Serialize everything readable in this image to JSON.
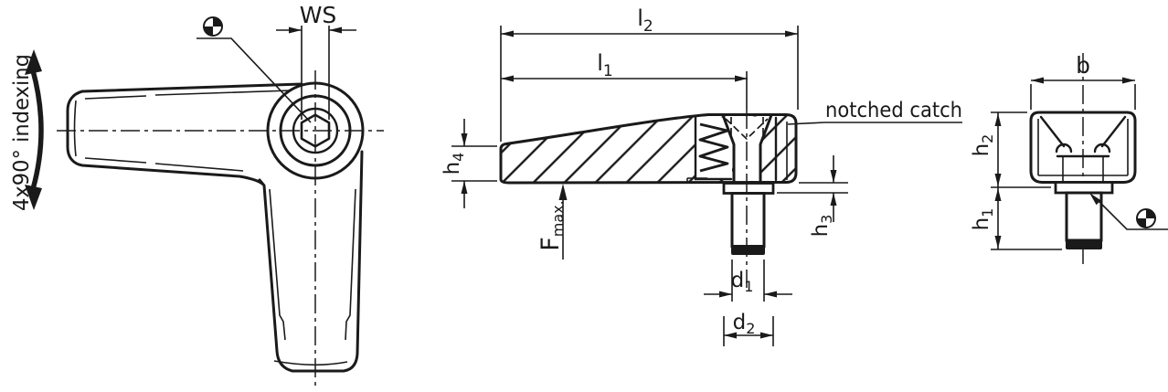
{
  "colors": {
    "line": "#1a1a1a",
    "background": "#ffffff"
  },
  "icons": {
    "centroid_left": "center-of-mass-icon",
    "centroid_right": "center-of-mass-icon",
    "rotation_arrow": "rotation-double-arrow-icon"
  },
  "labels": {
    "indexing": "4x90° indexing",
    "ws": "WS",
    "l2_base": "l",
    "l2_sub": "2",
    "l1_base": "l",
    "l1_sub": "1",
    "h4_base": "h",
    "h4_sub": "4",
    "f_base": "F",
    "f_sub": "max.",
    "h3_base": "h",
    "h3_sub": "3",
    "d1_base": "d",
    "d1_sub": "1",
    "d2_base": "d",
    "d2_sub": "2",
    "notched_catch": "notched catch",
    "b": "b",
    "h2_base": "h",
    "h2_sub": "2",
    "h1_base": "h",
    "h1_sub": "1"
  }
}
